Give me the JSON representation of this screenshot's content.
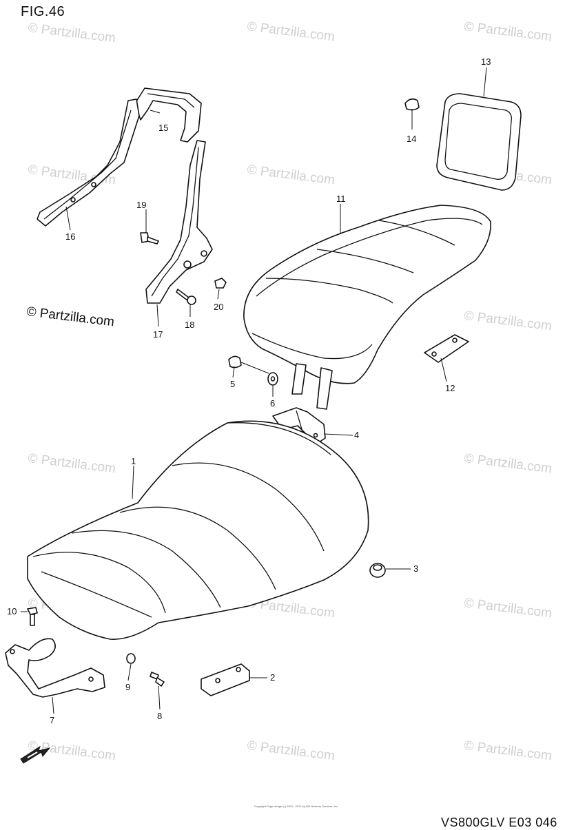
{
  "figure": {
    "title": "FIG.46",
    "copyright_mark": "© Partzilla.com",
    "watermark": "© Partzilla.com",
    "drawing_code": "VS800GLV E03 046",
    "fine_print": "Copyright\nPage design (c) 2004 - 2017 by ARI Network Services, Inc."
  },
  "callouts": [
    {
      "id": "1",
      "part": "seat"
    },
    {
      "id": "2",
      "part": "cushion-block"
    },
    {
      "id": "3",
      "part": "nut"
    },
    {
      "id": "4",
      "part": "bracket"
    },
    {
      "id": "5",
      "part": "bolt"
    },
    {
      "id": "6",
      "part": "washer"
    },
    {
      "id": "7",
      "part": "seat-bracket"
    },
    {
      "id": "8",
      "part": "bolt"
    },
    {
      "id": "9",
      "part": "washer"
    },
    {
      "id": "10",
      "part": "bolt"
    },
    {
      "id": "11",
      "part": "passenger-seat"
    },
    {
      "id": "12",
      "part": "cushion"
    },
    {
      "id": "13",
      "part": "backrest-pad"
    },
    {
      "id": "14",
      "part": "nut"
    },
    {
      "id": "15",
      "part": "backrest-frame"
    },
    {
      "id": "16",
      "part": "backrest-bracket"
    },
    {
      "id": "17",
      "part": "backrest-bracket"
    },
    {
      "id": "18",
      "part": "bolt"
    },
    {
      "id": "19",
      "part": "bolt"
    },
    {
      "id": "20",
      "part": "nut"
    }
  ],
  "icons": {
    "forward_arrow": "fwd-arrow-icon"
  }
}
